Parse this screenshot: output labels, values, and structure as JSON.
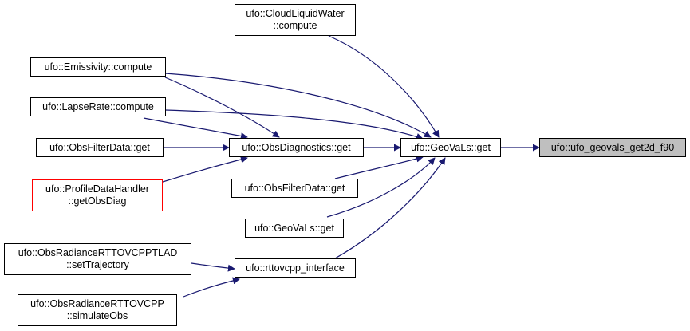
{
  "colors": {
    "edge": "#191970",
    "node_border": "#000000",
    "highlight_border": "#ff0000",
    "target_fill": "#bfbfbf"
  },
  "nodes": {
    "cloud_liquid_water": {
      "lines": [
        "ufo::CloudLiquidWater",
        "::compute"
      ]
    },
    "emissivity": {
      "lines": [
        "ufo::Emissivity::compute"
      ]
    },
    "lapse_rate": {
      "lines": [
        "ufo::LapseRate::compute"
      ]
    },
    "obs_filter_data_left": {
      "lines": [
        "ufo::ObsFilterData::get"
      ]
    },
    "obs_diagnostics": {
      "lines": [
        "ufo::ObsDiagnostics::get"
      ]
    },
    "profile_data_handler": {
      "lines": [
        "ufo::ProfileDataHandler",
        "::getObsDiag"
      ]
    },
    "obs_filter_data_mid": {
      "lines": [
        "ufo::ObsFilterData::get"
      ]
    },
    "geovals_get_mid": {
      "lines": [
        "ufo::GeoVaLs::get"
      ]
    },
    "geovals_get": {
      "lines": [
        "ufo::GeoVaLs::get"
      ]
    },
    "target": {
      "lines": [
        "ufo::ufo_geovals_get2d_f90"
      ]
    },
    "rttovcpp_interface": {
      "lines": [
        "ufo::rttovcpp_interface"
      ]
    },
    "obs_radiance_tlad": {
      "lines": [
        "ufo::ObsRadianceRTTOVCPPTLAD",
        "::setTrajectory"
      ]
    },
    "obs_radiance": {
      "lines": [
        "ufo::ObsRadianceRTTOVCPP",
        "::simulateObs"
      ]
    }
  }
}
